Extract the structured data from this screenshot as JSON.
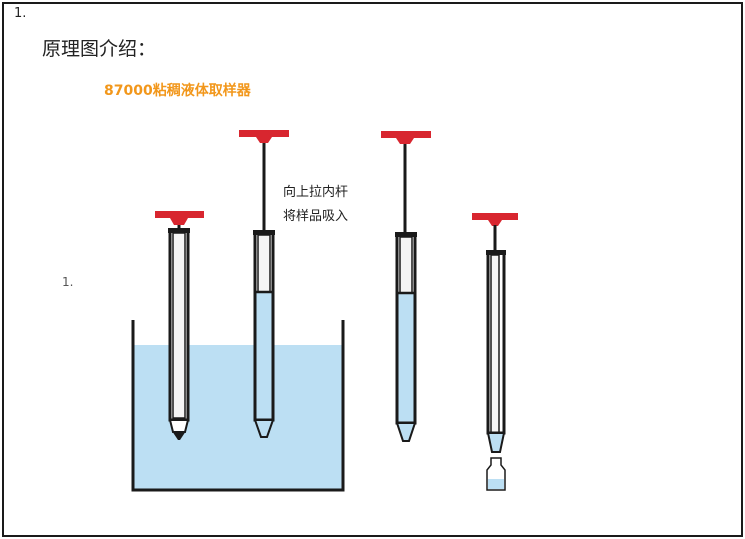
{
  "page": {
    "item_number_top": "1.",
    "heading": "原理图介绍：",
    "subtitle": "87000粘稠液体取样器",
    "item_number_side": "1."
  },
  "annotation": {
    "line1": "向上拉内杆",
    "line2": "将样品吸入"
  },
  "colors": {
    "liquid": "#bcdff3",
    "handle": "#d8262f",
    "outline": "#1a1a1a",
    "title": "#f2971b"
  }
}
